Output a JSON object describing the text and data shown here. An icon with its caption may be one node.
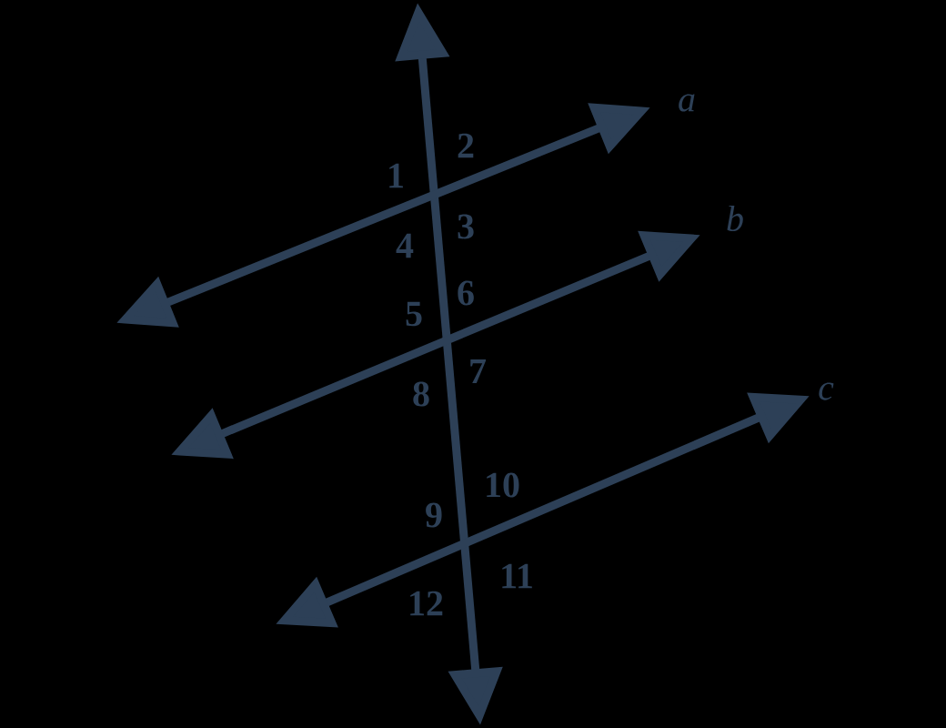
{
  "diagram": {
    "labels": [
      "a",
      "2",
      "1",
      "b",
      "3",
      "4",
      "6",
      "5",
      "7",
      "c",
      "8",
      "10",
      "9",
      "11",
      "12"
    ]
  }
}
